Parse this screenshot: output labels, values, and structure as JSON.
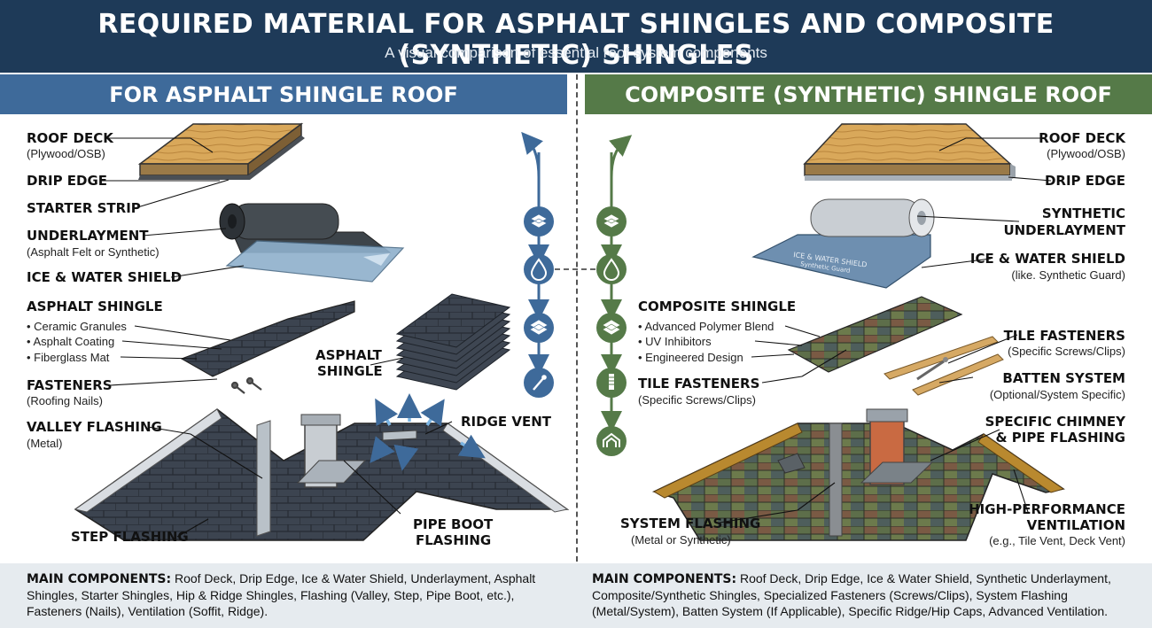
{
  "header": {
    "title": "REQUIRED MATERIAL FOR ASPHALT SHINGLES AND COMPOSITE (SYNTHETIC) SHINGLES",
    "subtitle": "A visual comparison of essential roof system components"
  },
  "left": {
    "heading": "FOR ASPHALT SHINGLE ROOF",
    "roof_deck": "ROOF DECK",
    "roof_deck_sub": "(Plywood/OSB)",
    "drip_edge": "DRIP EDGE",
    "starter_strip": "STARTER STRIP",
    "underlayment": "UNDERLAYMENT",
    "underlayment_sub": "(Asphalt Felt or Synthetic)",
    "ice_water": "ICE & WATER SHIELD",
    "asphalt_shingle": "ASPHALT SHINGLE",
    "shingle_items": [
      "• Ceramic Granules",
      "• Asphalt Coating",
      "• Fiberglass Mat"
    ],
    "shingle_stack_label_1": "ASPHALT",
    "shingle_stack_label_2": "SHINGLE",
    "fasteners": "FASTENERS",
    "fasteners_sub": "(Roofing Nails)",
    "valley_flashing": "VALLEY FLASHING",
    "valley_flashing_sub": "(Metal)",
    "ridge_vent": "RIDGE VENT",
    "step_flashing": "STEP FLASHING",
    "pipe_boot_1": "PIPE BOOT",
    "pipe_boot_2": "FLASHING"
  },
  "right": {
    "heading": "COMPOSITE (SYNTHETIC) SHINGLE ROOF",
    "roof_deck": "ROOF DECK",
    "roof_deck_sub": "(Plywood/OSB)",
    "drip_edge": "DRIP EDGE",
    "synthetic_1": "SYNTHETIC",
    "synthetic_2": "UNDERLAYMENT",
    "ice_water": "ICE & WATER SHIELD",
    "ice_water_sub": "(like. Synthetic Guard)",
    "composite_shingle": "COMPOSITE SHINGLE",
    "composite_items": [
      "• Advanced Polymer Blend",
      "• UV Inhibitors",
      "• Engineered Design"
    ],
    "tile_fasteners_top": "TILE FASTENERS",
    "tile_fasteners_top_sub": "(Specific Screws/Clips)",
    "tile_fasteners": "TILE FASTENERS",
    "tile_fasteners_sub": "(Specific Screws/Clips)",
    "batten": "BATTEN SYSTEM",
    "batten_sub": "(Optional/System Specific)",
    "chimney_1": "SPECIFIC CHIMNEY",
    "chimney_2": "& PIPE FLASHING",
    "system_flashing": "SYSTEM FLASHING",
    "system_flashing_sub": "(Metal or Synthetic)",
    "hp_1": "HIGH-PERFORMANCE",
    "hp_2": "VENTILATION",
    "hp_sub": "(e.g., Tile Vent, Deck Vent)",
    "deck_print_1": "ICE & WATER SHIELD",
    "deck_print_2": "Synthetic Guard"
  },
  "footer": {
    "left_key": "MAIN COMPONENTS:",
    "left_text": " Roof Deck, Drip Edge, Ice & Water Shield, Underlayment, Asphalt Shingles, Starter Shingles, Hip & Ridge Shingles, Flashing (Valley, Step, Pipe Boot, etc.), Fasteners (Nails), Ventilation (Soffit, Ridge).",
    "right_key": "MAIN COMPONENTS:",
    "right_text": " Roof Deck, Drip Edge, Ice & Water Shield, Synthetic Underlayment, Composite/Synthetic Shingles, Specialized Fasteners (Screws/Clips), System Flashing (Metal/System), Batten System (If Applicable), Specific Ridge/Hip Caps, Advanced Ventilation."
  },
  "icons": [
    "layers-icon",
    "water-drop-icon",
    "shingle-stack-icon",
    "nail-icon",
    "screw-icon",
    "ridge-cap-icon"
  ],
  "colors": {
    "header": "#1e3a58",
    "asphalt_accent": "#3e6a9a",
    "composite_accent": "#557a48"
  }
}
